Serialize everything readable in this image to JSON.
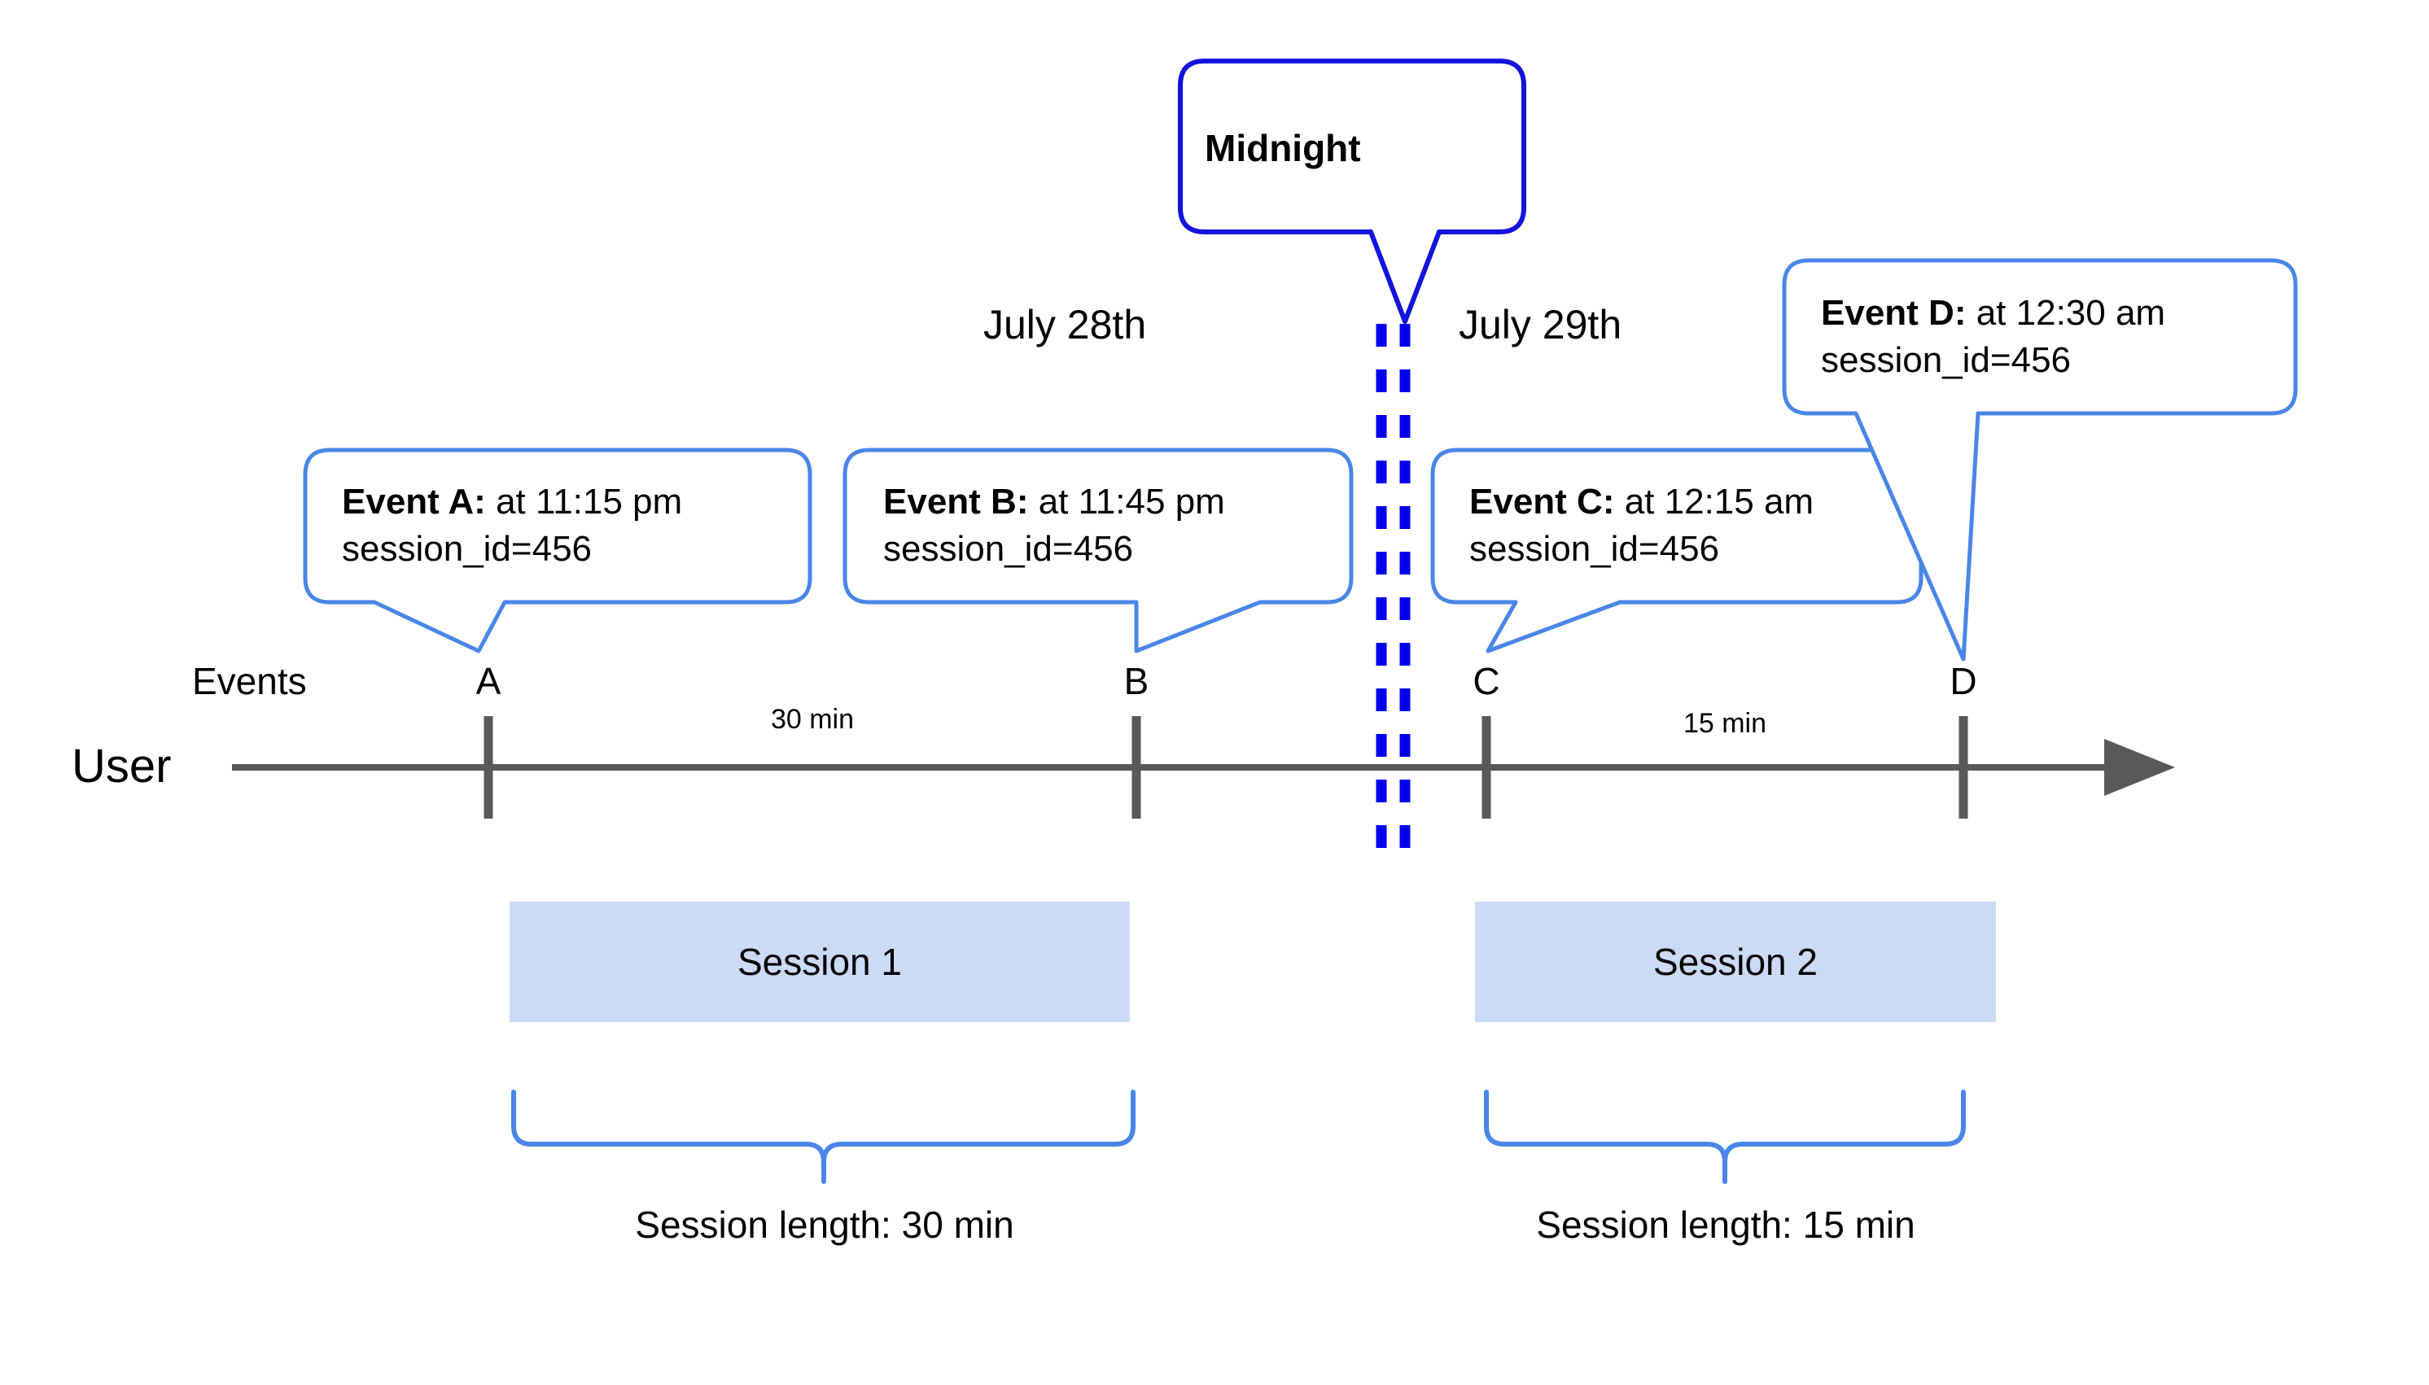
{
  "diagram": {
    "title_labels": {
      "midnight": "Midnight",
      "day_left": "July 28th",
      "day_right": "July 29th",
      "events_row": "Events",
      "user_row": "User"
    },
    "colors": {
      "midnight_line": "#0000EE",
      "callout_border": "#4A86E8",
      "midnight_callout_border": "#1313DE",
      "session_fill": "#CCDBF5",
      "axis": "#595959",
      "brace": "#4A86E8",
      "text": "#000000"
    },
    "callouts": [
      {
        "name": "event-a",
        "bold": "Event A:",
        "rest": " at 11:15 pm",
        "line2": "session_id=456"
      },
      {
        "name": "event-b",
        "bold": "Event B:",
        "rest": " at 11:45 pm",
        "line2": "session_id=456"
      },
      {
        "name": "event-c",
        "bold": "Event C:",
        "rest": " at 12:15 am",
        "line2": "session_id=456"
      },
      {
        "name": "event-d",
        "bold": "Event D:",
        "rest": " at 12:30 am",
        "line2": "session_id=456"
      }
    ],
    "events": [
      {
        "letter": "A",
        "time": "11:15 pm",
        "day": "July 28th",
        "session_id": "456"
      },
      {
        "letter": "B",
        "time": "11:45 pm",
        "day": "July 28th",
        "session_id": "456"
      },
      {
        "letter": "C",
        "time": "12:15 am",
        "day": "July 29th",
        "session_id": "456"
      },
      {
        "letter": "D",
        "time": "12:30 am",
        "day": "July 29th",
        "session_id": "456"
      }
    ],
    "durations": [
      {
        "between": "A-B",
        "label": "30 min"
      },
      {
        "between": "C-D",
        "label": "15 min"
      }
    ],
    "sessions": [
      {
        "bar_label": "Session 1",
        "length_label": "Session length: 30 min"
      },
      {
        "bar_label": "Session 2",
        "length_label": "Session length: 15 min"
      }
    ]
  }
}
